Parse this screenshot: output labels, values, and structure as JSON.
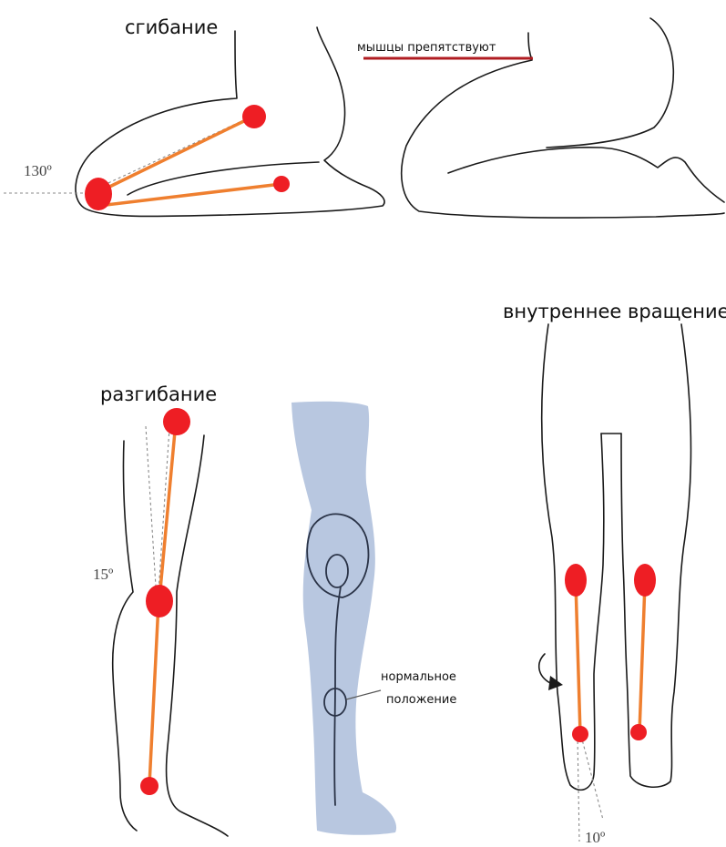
{
  "labels": {
    "flexion": "сгибание",
    "muscles_obstruct": "мышцы препятствуют",
    "extension": "разгибание",
    "internal_rotation": "внутреннее вращение",
    "normal_position_line1": "нормальное",
    "normal_position_line2": "положение"
  },
  "angles": {
    "flexion": "130º",
    "extension": "15º",
    "rotation": "10º"
  },
  "colors": {
    "bone_line": "#ef7f2f",
    "joint": "#ee1e24",
    "silhouette": "#b8c7e0",
    "underline": "#b01c22"
  }
}
